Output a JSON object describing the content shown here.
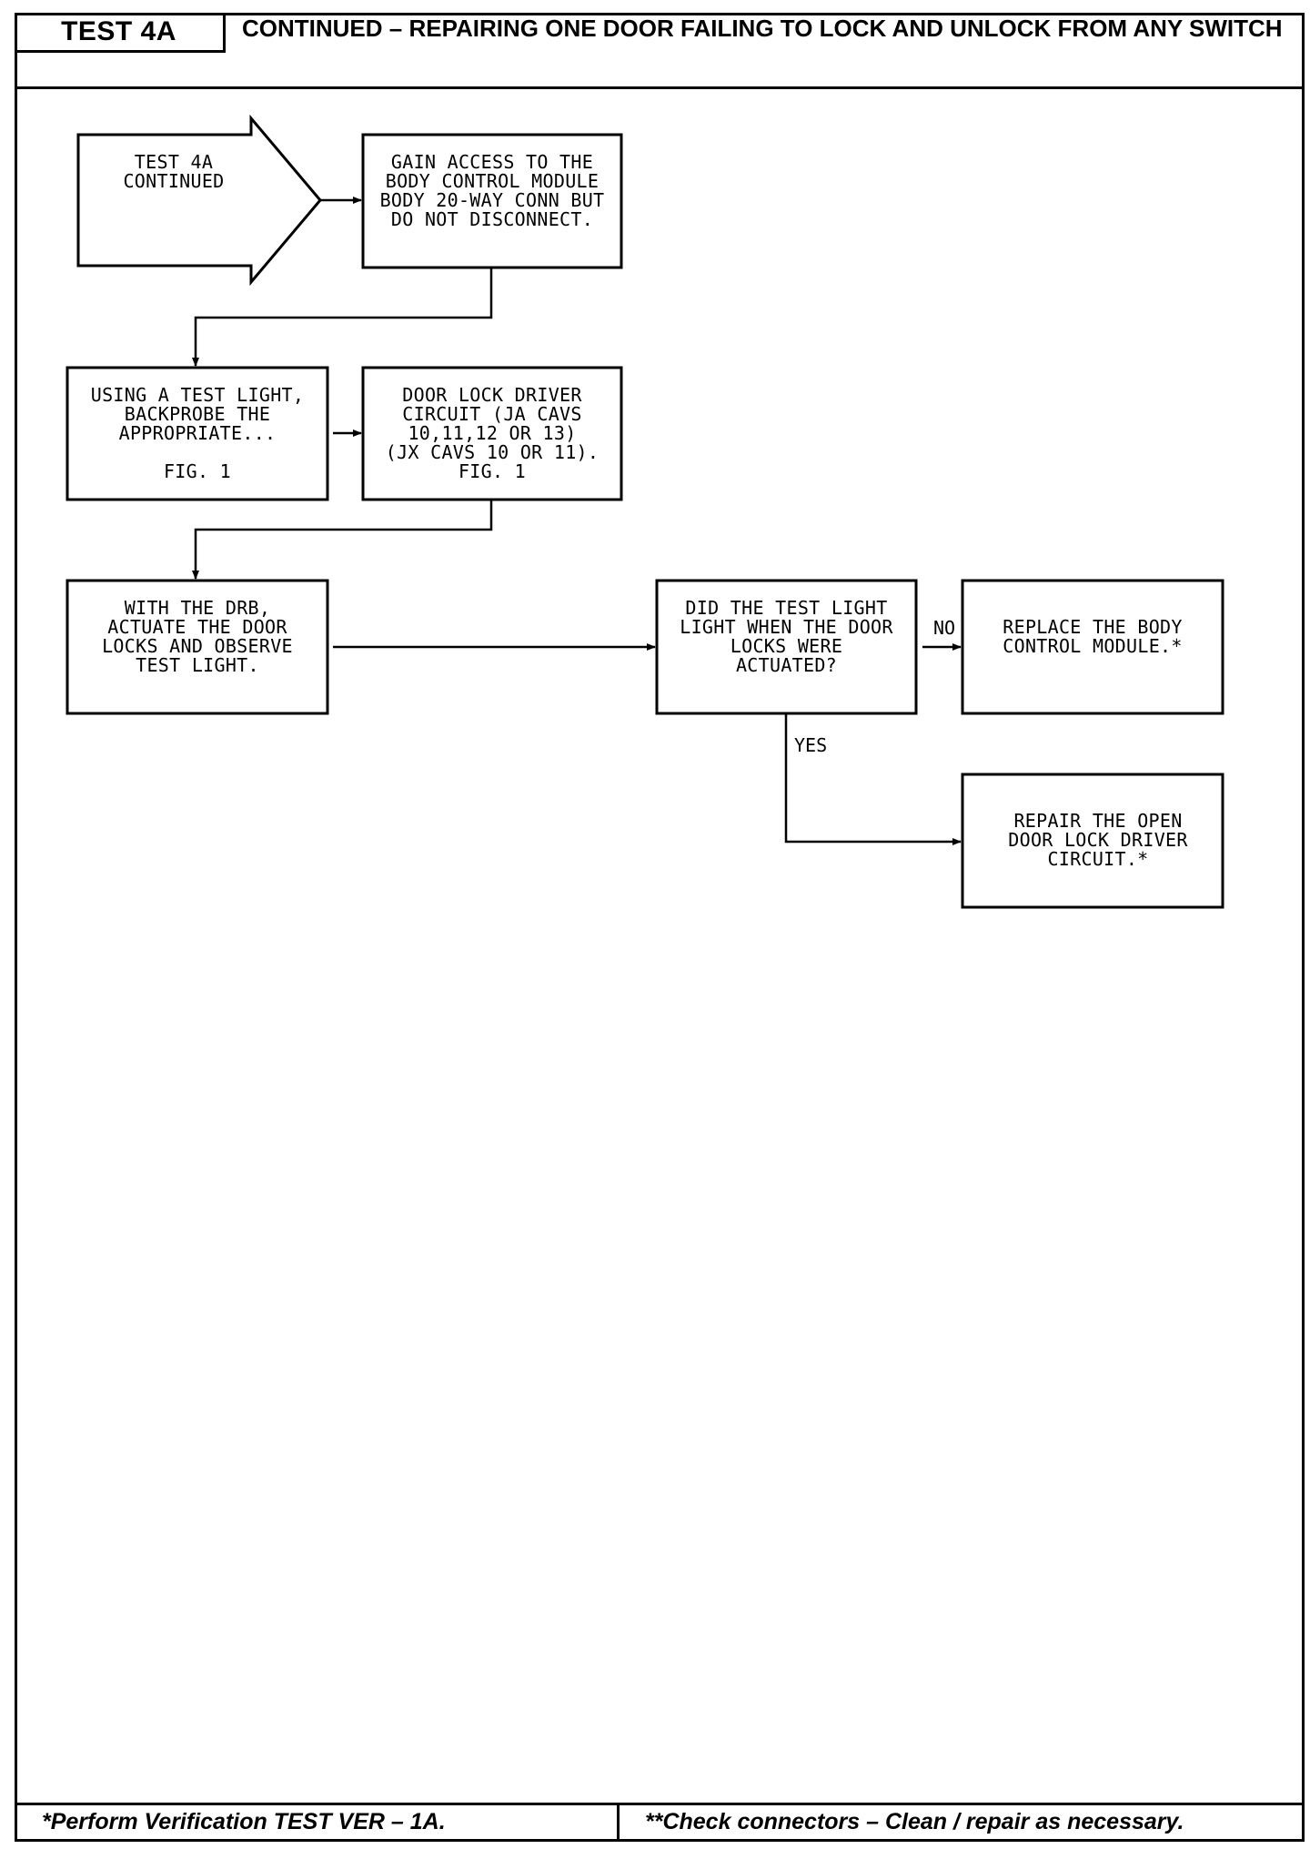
{
  "header": {
    "test_label": "TEST 4A",
    "title": "CONTINUED – REPAIRING ONE DOOR FAILING TO LOCK AND UNLOCK FROM ANY SWITCH"
  },
  "flow": {
    "start_arrow": "TEST 4A\nCONTINUED",
    "box_gain_access": "GAIN ACCESS TO THE\nBODY CONTROL MODULE\nBODY 20-WAY CONN BUT\nDO NOT DISCONNECT.",
    "box_test_light": "USING A TEST LIGHT,\nBACKPROBE THE\nAPPROPRIATE...\n\nFIG. 1",
    "box_driver_circuit": "DOOR LOCK DRIVER\nCIRCUIT (JA CAVS\n10,11,12 OR 13)\n(JX CAVS 10 OR 11).\nFIG. 1",
    "box_actuate": "WITH THE DRB,\nACTUATE THE DOOR\nLOCKS AND OBSERVE\nTEST LIGHT.",
    "decision": "DID THE TEST LIGHT\nLIGHT WHEN THE DOOR\nLOCKS WERE\nACTUATED?",
    "label_no": "NO",
    "label_yes": "YES",
    "box_replace": "REPLACE THE BODY\nCONTROL MODULE.*",
    "box_repair": "REPAIR THE OPEN\nDOOR LOCK DRIVER\nCIRCUIT.*"
  },
  "footer": {
    "left": "*Perform Verification TEST VER – 1A.",
    "right": "**Check connectors – Clean / repair as necessary."
  }
}
